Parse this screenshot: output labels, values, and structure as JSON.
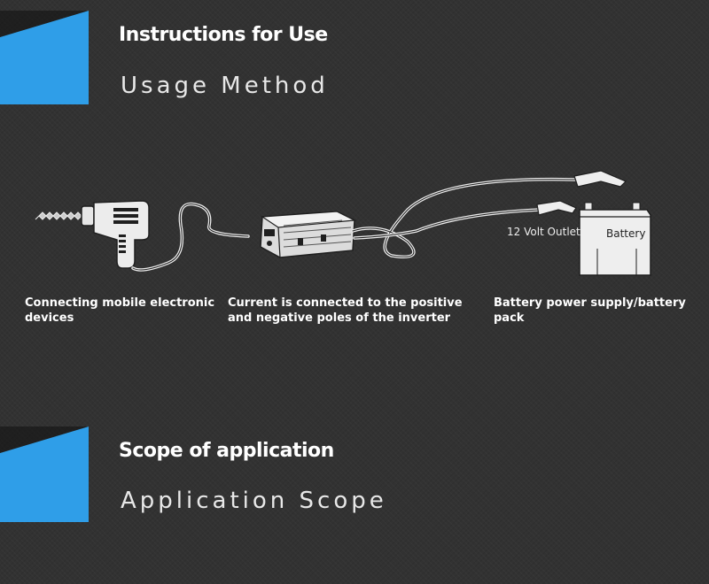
{
  "usage": {
    "title": "Instructions for Use",
    "subtitle": "Usage Method",
    "captions": [
      "Connecting mobile electronic devices",
      "Current is connected to the positive and negative poles of the inverter",
      "Battery power supply/battery pack"
    ],
    "diagram": {
      "outlet_label": "12 Volt Outlet",
      "battery_label": "Battery"
    }
  },
  "scope": {
    "title": "Scope of application",
    "subtitle": "Application Scope"
  },
  "colors": {
    "accent": "#2f9ee8",
    "background": "#323232",
    "illustration_light": "#eeeeee",
    "illustration_dark": "#1f1f1f"
  }
}
